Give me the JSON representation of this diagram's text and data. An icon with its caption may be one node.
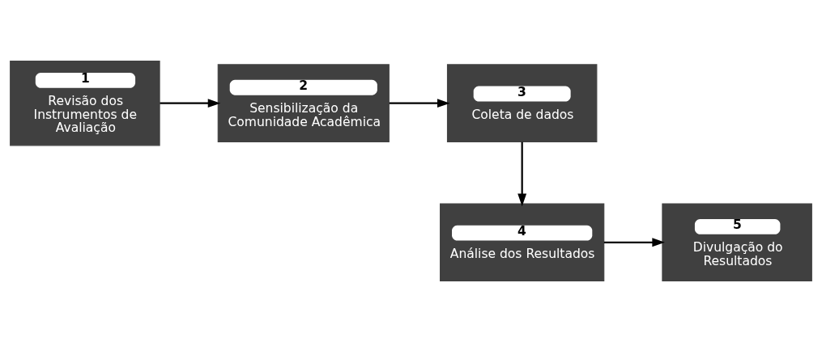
{
  "diagram": {
    "nodes": [
      {
        "text": [
          "1",
          "Revisão dos Instrumentos de Avaliação"
        ]
      },
      {
        "text": [
          "2",
          "Sensibilização da Comunidade Acadêmica"
        ]
      },
      {
        "text": [
          "3",
          "Coleta de dados"
        ]
      },
      {
        "text": [
          "4",
          "Análise dos Resultados"
        ]
      },
      {
        "text": [
          "5",
          "Divulgação do Resultados"
        ]
      }
    ],
    "edges": [
      {
        "from": 0,
        "to": 1,
        "arrow": "to"
      },
      {
        "from": 1,
        "to": 2,
        "arrow": "to"
      },
      {
        "from": 2,
        "to": 3,
        "arrow": "to"
      },
      {
        "from": 3,
        "to": 4,
        "arrow": "to"
      }
    ]
  }
}
